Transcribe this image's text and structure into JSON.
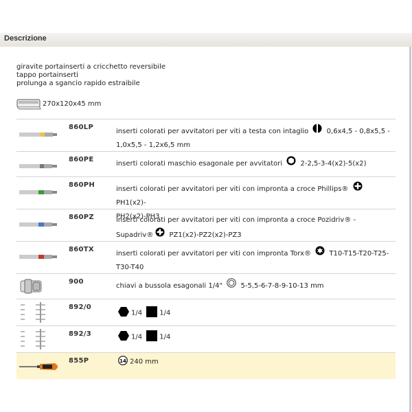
{
  "section": {
    "title": "Descrizione"
  },
  "description": [
    "giravite portainserti a cricchetto reversibile",
    "tappo portainserti",
    "prolunga a sgancio rapido estraibile"
  ],
  "case": {
    "size": "270x120x45 mm",
    "icon": "case-icon"
  },
  "items": [
    {
      "code": "860LP",
      "line1": "inserti colorati per avvitatori per viti a testa con intaglio",
      "icon": "slotted-icon",
      "sizes1": "0,6x4,5 - 0,8x5,5 -",
      "line2": "1,0x5,5 - 1,2x6,5 mm"
    },
    {
      "code": "860PE",
      "line1": "inserti colorati maschio esagonale per avvitatori",
      "icon": "hex-socket-icon",
      "sizes1": "2-2,5-3-4(x2)-5(x2)"
    },
    {
      "code": "860PH",
      "line1": "inserti colorati per avvitatori per viti con impronta a croce Phillips®",
      "icon": "phillips-icon",
      "sizes1": "PH1(x2)-",
      "line2": "PH2(x2)-PH3"
    },
    {
      "code": "860PZ",
      "line1": "inserti colorati per avvitatori per viti con impronta a croce Pozidriv® -",
      "line2a": "Supadriv®",
      "icon": "pozidriv-icon",
      "line2b": "PZ1(x2)-PZ2(x2)-PZ3"
    },
    {
      "code": "860TX",
      "line1": "inserti colorati per avvitatori per viti con impronta Torx®",
      "icon": "torx-icon",
      "sizes1": "T10-T15-T20-T25-",
      "line2": "T30-T40"
    },
    {
      "code": "900",
      "line1": "chiavi a bussola esagonali 1/4\"",
      "icon": "hex-socket-key-icon",
      "sizes1": "5-5,5-6-7-8-9-10-13 mm"
    },
    {
      "code": "892/0",
      "hex_label": "1/4",
      "square_label": "1/4"
    },
    {
      "code": "892/3",
      "hex_label": "1/4",
      "square_label": "1/4"
    },
    {
      "code": "855P",
      "length": "240 mm",
      "badge": "14"
    }
  ]
}
